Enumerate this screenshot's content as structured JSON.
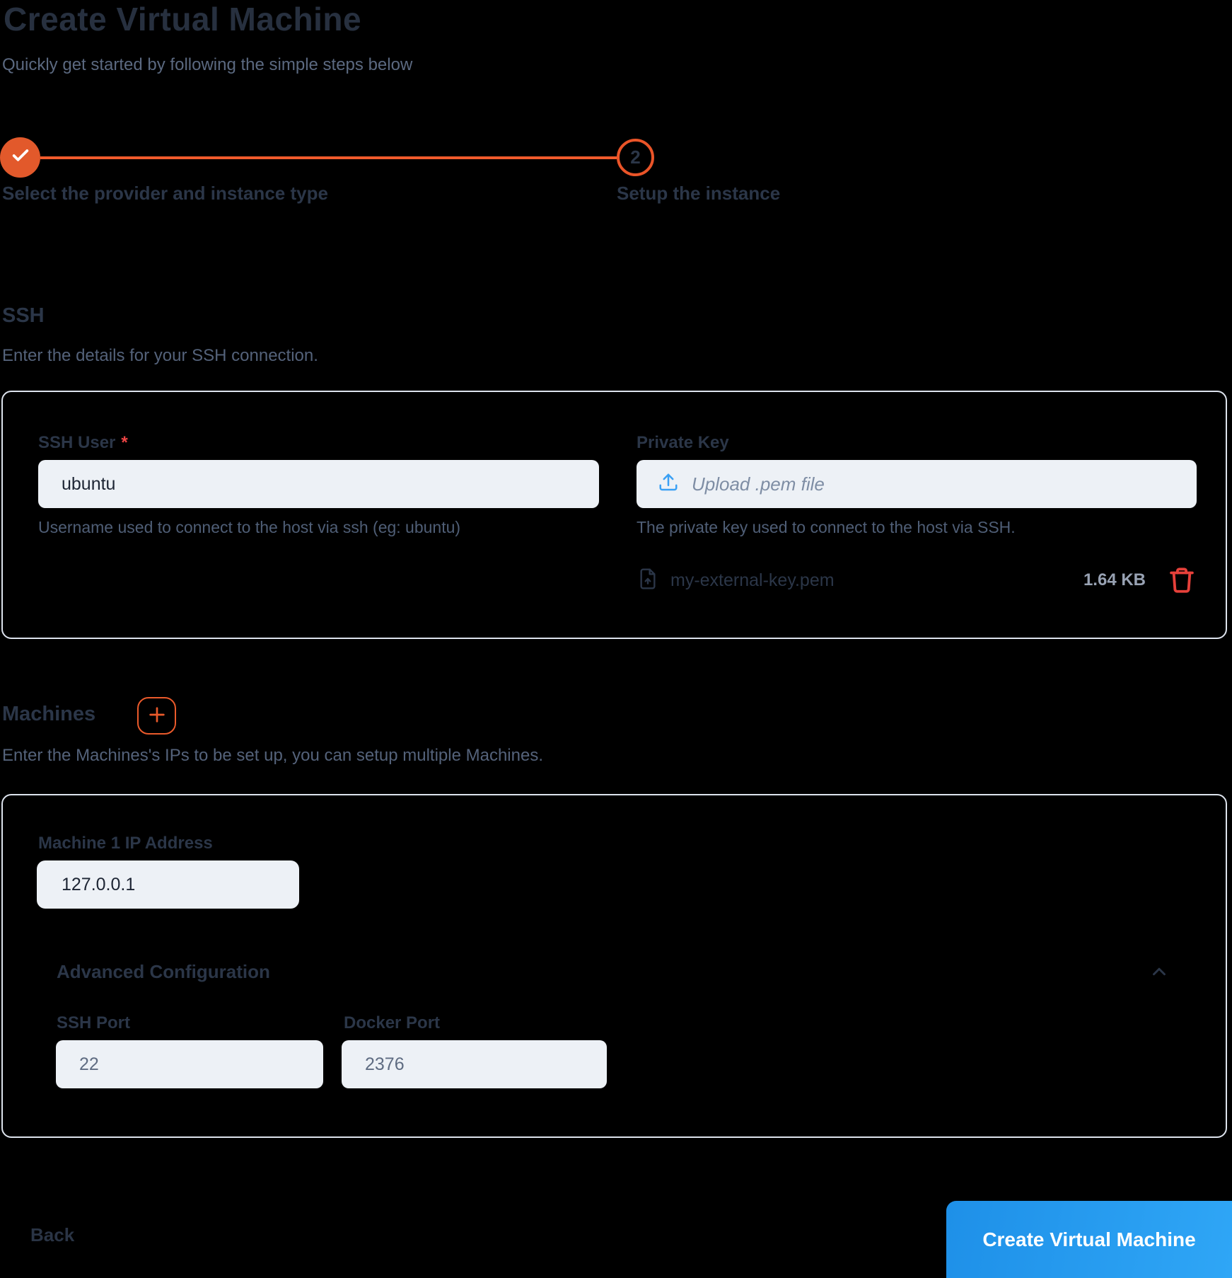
{
  "page": {
    "title": "Create Virtual Machine",
    "subtitle": "Quickly get started by following the simple steps below"
  },
  "stepper": {
    "step1": {
      "state": "completed",
      "label": "Select the provider and instance type"
    },
    "step2": {
      "number": "2",
      "label": "Setup the instance"
    }
  },
  "ssh_section": {
    "heading": "SSH",
    "description": "Enter the details for your SSH connection.",
    "ssh_user": {
      "label": "SSH User",
      "required_marker": "*",
      "value": "ubuntu",
      "helper": "Username used to connect to the host via ssh (eg: ubuntu)"
    },
    "private_key": {
      "label": "Private Key",
      "upload_placeholder": "Upload .pem file",
      "helper": "The private key used to connect to the host via SSH.",
      "file": {
        "name": "my-external-key.pem",
        "size": "1.64 KB"
      }
    }
  },
  "machines_section": {
    "heading": "Machines",
    "description": "Enter the Machines's IPs to be set up, you can setup multiple Machines.",
    "machines": [
      {
        "label": "Machine 1 IP Address",
        "ip": "127.0.0.1"
      }
    ],
    "advanced": {
      "heading": "Advanced Configuration",
      "ssh_port": {
        "label": "SSH Port",
        "value": "22"
      },
      "docker_port": {
        "label": "Docker Port",
        "value": "2376"
      }
    }
  },
  "footer": {
    "back_label": "Back",
    "submit_label": "Create Virtual Machine"
  },
  "colors": {
    "accent_orange": "#EA5A2B",
    "accent_blue": "#2FA6F6",
    "danger_red": "#E6403A",
    "text_dark": "#2B3648",
    "text_muted": "#54627A",
    "input_bg": "#EDF1F6"
  }
}
